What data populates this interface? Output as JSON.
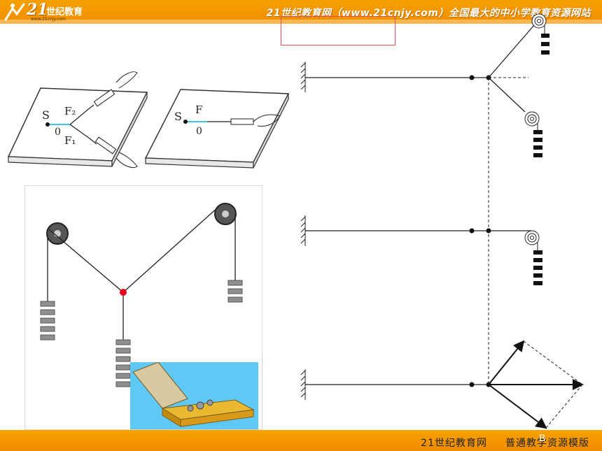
{
  "header": {
    "logo_number": "21",
    "logo_text": "世纪教育",
    "logo_url": "www.21cnjy.com",
    "slogan": "21世纪教育网（www.21cnjy.com）全国最大的中小学教育资源网站"
  },
  "footer": {
    "site_name": "21世纪教育网",
    "template_name": "普通教学资源模版"
  },
  "figure_left": {
    "board1": {
      "point_s": "S",
      "point_o": "0",
      "force_f1": "F₁",
      "force_f2": "F₂"
    },
    "board2": {
      "point_s": "S",
      "point_o": "0",
      "force_f": "F"
    }
  },
  "diagram_label_b": "B",
  "colors": {
    "header_orange": "#f39800",
    "footer_orange": "#f39800",
    "knot_red": "#e8001c",
    "sky_blue": "#5fc8f5",
    "rubber_band": "#38c8e0"
  }
}
